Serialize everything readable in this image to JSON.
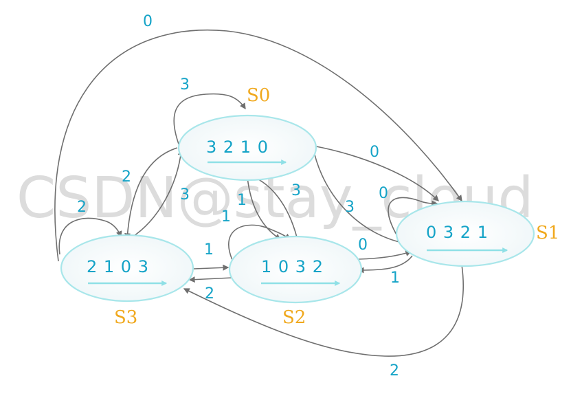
{
  "watermark": "CSDN@stay_cloud",
  "colors": {
    "state_name": "#f0a81c",
    "transition_label": "#14a3c7",
    "edge": "#6f6f6f",
    "ellipse_stroke": "#a8e6ea"
  },
  "states": [
    {
      "id": "S0",
      "name": "S0",
      "sequence": "3 2 1 0"
    },
    {
      "id": "S1",
      "name": "S1",
      "sequence": "0 3 2 1"
    },
    {
      "id": "S2",
      "name": "S2",
      "sequence": "1 0 3 2"
    },
    {
      "id": "S3",
      "name": "S3",
      "sequence": "2 1 0 3"
    }
  ],
  "transitions": [
    {
      "from": "S3",
      "to": "S1",
      "label": "0"
    },
    {
      "from": "S0",
      "to": "S0",
      "label": "3"
    },
    {
      "from": "S0",
      "to": "S1",
      "label": "0"
    },
    {
      "from": "S1",
      "to": "S0",
      "label": "3"
    },
    {
      "from": "S1",
      "to": "S1",
      "label": "0"
    },
    {
      "from": "S0",
      "to": "S3",
      "label": "2"
    },
    {
      "from": "S3",
      "to": "S0",
      "label": "3"
    },
    {
      "from": "S3",
      "to": "S3",
      "label": "2"
    },
    {
      "from": "S0",
      "to": "S2",
      "label": "1"
    },
    {
      "from": "S2",
      "to": "S0",
      "label": "3"
    },
    {
      "from": "S2",
      "to": "S2",
      "label": "1"
    },
    {
      "from": "S3",
      "to": "S2",
      "label": "1"
    },
    {
      "from": "S2",
      "to": "S3",
      "label": "2"
    },
    {
      "from": "S2",
      "to": "S1",
      "label": "0"
    },
    {
      "from": "S1",
      "to": "S2",
      "label": "1"
    },
    {
      "from": "S1",
      "to": "S3",
      "label": "2"
    }
  ]
}
